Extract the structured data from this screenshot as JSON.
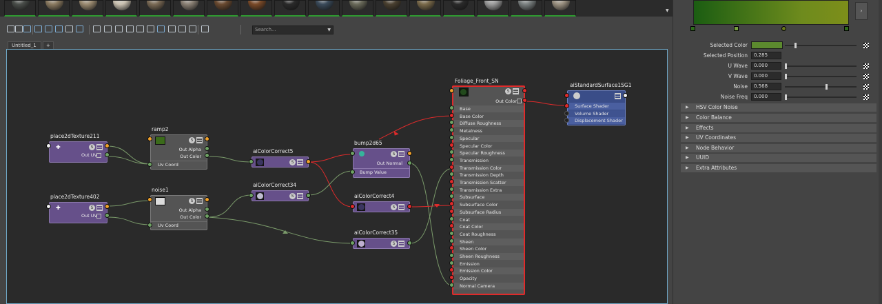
{
  "swatch_strip": {
    "items": [
      "#4a4e4a",
      "#8a7a60",
      "#9a8a70",
      "#c9c0b0",
      "#7a6a55",
      "#8a8074",
      "#6a4a30",
      "#7a4a28",
      "#2a2a2a",
      "#3a4a5a",
      "#6a6a5a",
      "#4a4030",
      "#7a6a4a",
      "#2a2a2a",
      "#9a9a9a",
      "#7a8080",
      "#9a9080"
    ]
  },
  "toolbar": {
    "search_placeholder": "Search...",
    "icons": [
      "frame-all-icon",
      "frame-selected-icon",
      "input-connections-icon",
      "graph-icon",
      "input-output-icon",
      "output-connections-icon",
      "remove-unselected-icon",
      "clear-graph-icon",
      "layout-simple-icon",
      "layout-mid-icon",
      "layout-full-icon",
      "layout-custom-icon",
      "search-icon",
      "show-icon",
      "grid-icon",
      "snap-icon",
      "add-icon",
      "pin-icon",
      "refresh-icon"
    ]
  },
  "tabs": [
    {
      "label": "Untitled_1"
    },
    {
      "label": "+"
    }
  ],
  "nodes": {
    "place2dTexture211": {
      "title": "place2dTexture211",
      "out": "Out UV"
    },
    "place2dTexture402": {
      "title": "place2dTexture402",
      "out": "Out UV"
    },
    "ramp2": {
      "title": "ramp2",
      "outs": [
        "Out Alpha",
        "Out Color"
      ],
      "in": "Uv Coord"
    },
    "noise1": {
      "title": "noise1",
      "outs": [
        "Out Alpha",
        "Out Color"
      ],
      "in": "Uv Coord"
    },
    "aiColorCorrect5": {
      "title": "aiColorCorrect5"
    },
    "aiColorCorrect34": {
      "title": "aiColorCorrect34"
    },
    "bump2d65": {
      "title": "bump2d65",
      "out": "Out Normal",
      "in": "Bump Value"
    },
    "aiColorCorrect4": {
      "title": "aiColorCorrect4"
    },
    "aiColorCorrect35": {
      "title": "aiColorCorrect35"
    },
    "foliage": {
      "title": "Foliage_Front_SN",
      "out": "Out Color",
      "attrs": [
        "Base",
        "Base Color",
        "Diffuse Roughness",
        "Metalness",
        "Specular",
        "Specular Color",
        "Specular Roughness",
        "Transmission",
        "Transmission Color",
        "Transmission Depth",
        "Transmission Scatter",
        "Transmission Extra Roughness",
        "Subsurface",
        "Subsurface Color",
        "Subsurface Radius",
        "Coat",
        "Coat Color",
        "Coat Roughness",
        "Sheen",
        "Sheen Color",
        "Sheen Roughness",
        "Emission",
        "Emission Color",
        "Opacity",
        "Normal Camera"
      ]
    },
    "sg": {
      "title": "aiStandardSurface1SG1",
      "attrs": [
        "Surface Shader",
        "Volume Shader",
        "Displacement Shader"
      ]
    }
  },
  "attributes": {
    "selected_color": {
      "label": "Selected Color",
      "color": "#5c8a2e"
    },
    "selected_position": {
      "label": "Selected Position",
      "value": "0.285"
    },
    "u_wave": {
      "label": "U Wave",
      "value": "0.000",
      "level": 0.0
    },
    "v_wave": {
      "label": "V Wave",
      "value": "0.000",
      "level": 0.0
    },
    "noise": {
      "label": "Noise",
      "value": "0.568",
      "level": 0.568
    },
    "noise_freq": {
      "label": "Noise Freq",
      "value": "0.000",
      "level": 0.0
    }
  },
  "sections": [
    {
      "label": "HSV Color Noise"
    },
    {
      "label": "Color Balance"
    },
    {
      "label": "Effects"
    },
    {
      "label": "UV Coordinates"
    },
    {
      "label": "Node Behavior"
    },
    {
      "label": "UUID"
    },
    {
      "label": "Extra Attributes"
    }
  ],
  "colors": {
    "graph_bg": "#2a2a2a",
    "node_purple": "#66508a",
    "node_gray": "#545454",
    "node_blue": "#3a4d88",
    "selection_red": "#e02a2a",
    "wire_green": "#7a9a6a"
  }
}
